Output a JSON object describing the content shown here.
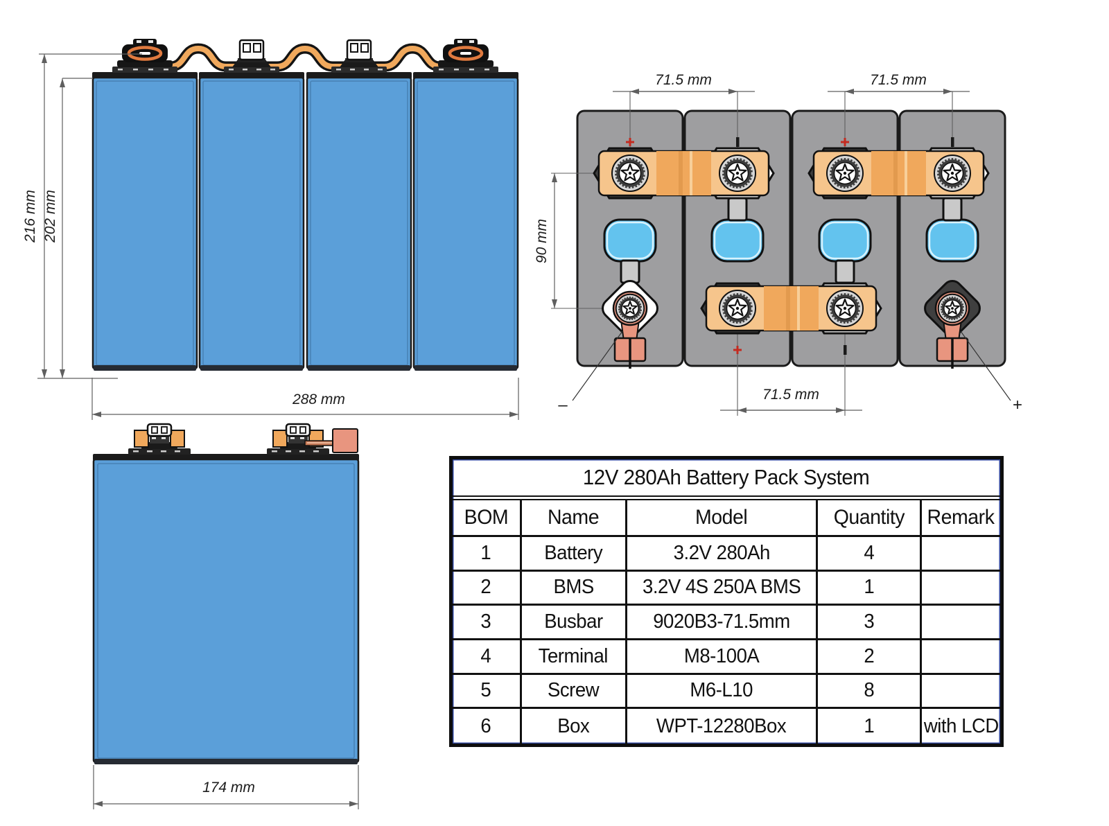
{
  "front_view": {
    "label_height_outer": "216 mm",
    "label_height_inner": "202 mm",
    "label_width": "288 mm"
  },
  "top_view": {
    "label_pitch_top_left": "71.5 mm",
    "label_pitch_top_right": "71.5 mm",
    "label_pitch_bottom": "71.5 mm",
    "label_vertical_pitch": "90 mm",
    "label_negative": "–",
    "label_positive": "+"
  },
  "side_view": {
    "label_width": "174 mm"
  },
  "bom_table": {
    "title": "12V 280Ah Battery Pack System",
    "headers": [
      "BOM",
      "Name",
      "Model",
      "Quantity",
      "Remark"
    ],
    "rows": [
      [
        "1",
        "Battery",
        "3.2V 280Ah",
        "4",
        ""
      ],
      [
        "2",
        "BMS",
        "3.2V 4S 250A BMS",
        "1",
        ""
      ],
      [
        "3",
        "Busbar",
        "9020B3-71.5mm",
        "3",
        ""
      ],
      [
        "4",
        "Terminal",
        "M8-100A",
        "2",
        ""
      ],
      [
        "5",
        "Screw",
        "M6-L10",
        "8",
        ""
      ],
      [
        "6",
        "Box",
        "WPT-12280Box",
        "1",
        "with LCD"
      ]
    ]
  },
  "colors": {
    "cell-blue": "#5B9FD9",
    "cell-gray": "#9E9EA0",
    "busbar-orange": "#F0A85C",
    "busbar-light": "#F6C58C",
    "ring-orange": "#E07A3F",
    "lug-salmon": "#E8957F",
    "copper": "#C97B57",
    "vent-blue": "#63C3EE",
    "line-dark": "#1A1A1A",
    "dim-gray": "#5F5F5F",
    "marker-red": "#C42B20",
    "table-inner-blue": "#31479E"
  }
}
